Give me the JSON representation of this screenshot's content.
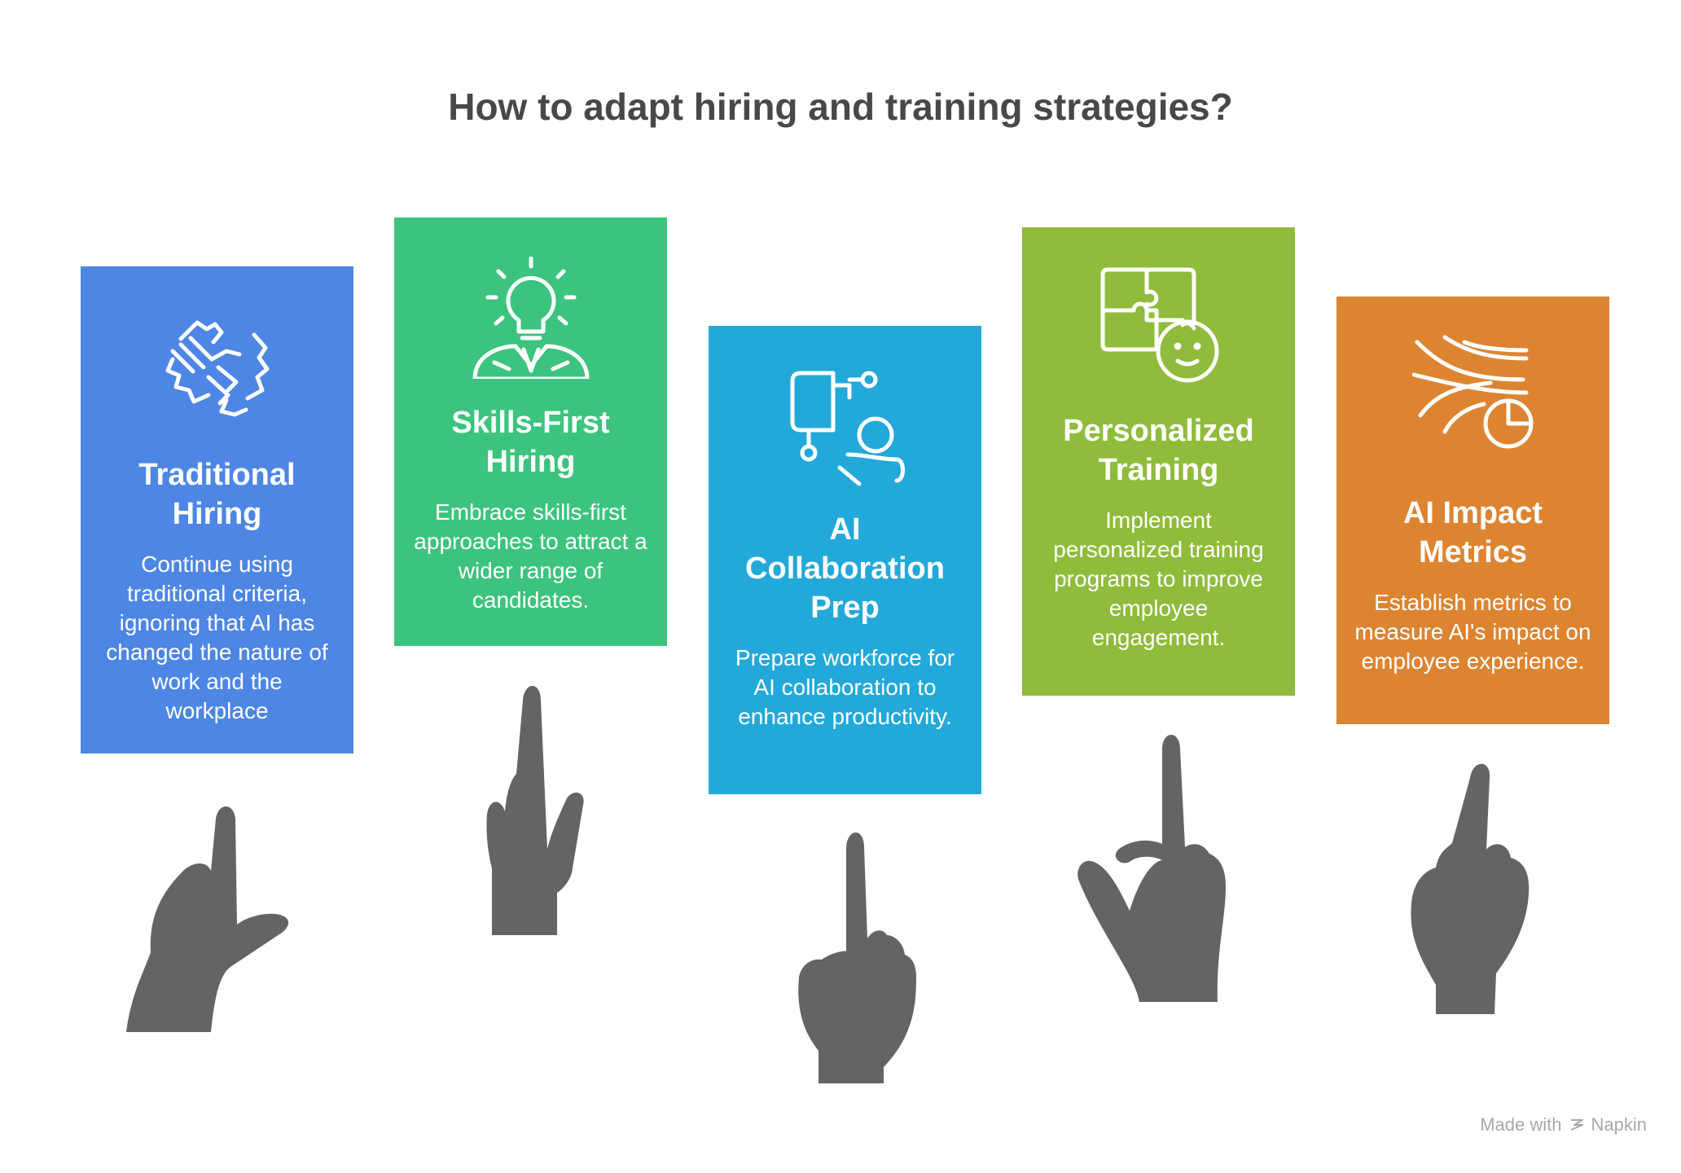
{
  "title": "How to adapt hiring and training strategies?",
  "cards": [
    {
      "title": "Traditional Hiring",
      "description": "Continue using traditional criteria, ignoring that AI has changed the nature of work and the workplace",
      "color": "#4D86E5",
      "icon": "handshake-puzzle-icon"
    },
    {
      "title": "Skills-First Hiring",
      "description": "Embrace skills-first approaches to attract a wider range of candidates.",
      "color": "#3CC47E",
      "icon": "lightbulb-person-icon"
    },
    {
      "title": "AI Collaboration Prep",
      "description": "Prepare workforce for AI collaboration to enhance productivity.",
      "color": "#22A9D9",
      "icon": "person-robot-icon"
    },
    {
      "title": "Personalized Training",
      "description": "Implement personalized training programs to improve employee engagement.",
      "color": "#8FBC3B",
      "icon": "puzzle-face-icon"
    },
    {
      "title": "AI Impact Metrics",
      "description": "Establish metrics to measure AI's impact on employee experience.",
      "color": "#DD8431",
      "icon": "flow-pie-chart-icon"
    }
  ],
  "footer": {
    "made_with": "Made with",
    "brand": "Napkin"
  }
}
